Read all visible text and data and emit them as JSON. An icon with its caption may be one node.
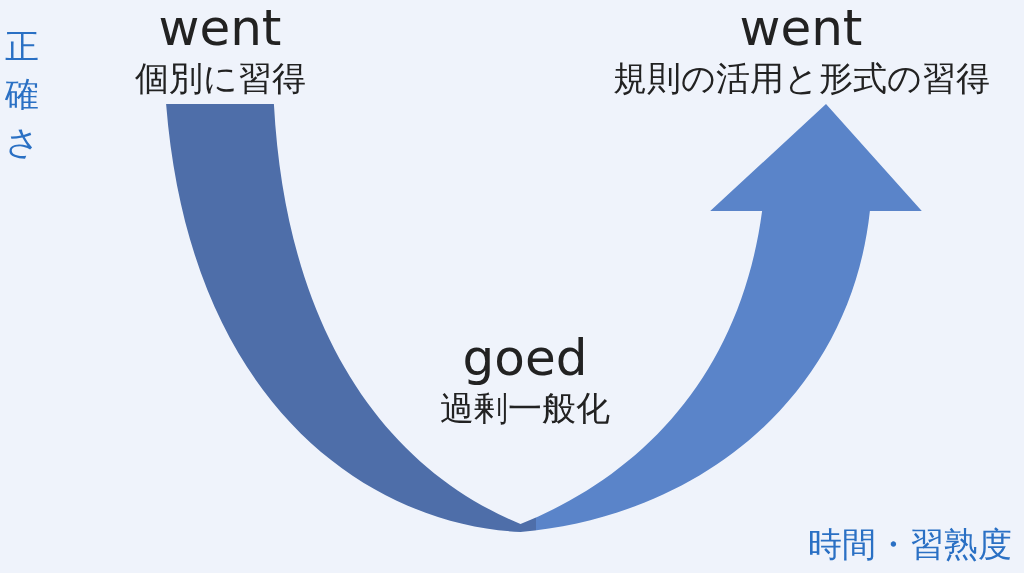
{
  "diagram": {
    "nodes": [
      {
        "text": [
          "went",
          "個別に習得"
        ]
      },
      {
        "text": [
          "goed",
          "過剰一般化"
        ]
      },
      {
        "text": [
          "went",
          "規則の活用と形式の習得"
        ]
      }
    ],
    "edges": [
      {
        "from": 0,
        "to": 2,
        "arrow": "to"
      }
    ],
    "labels": [
      "正確さ",
      "時間・習熟度"
    ]
  }
}
